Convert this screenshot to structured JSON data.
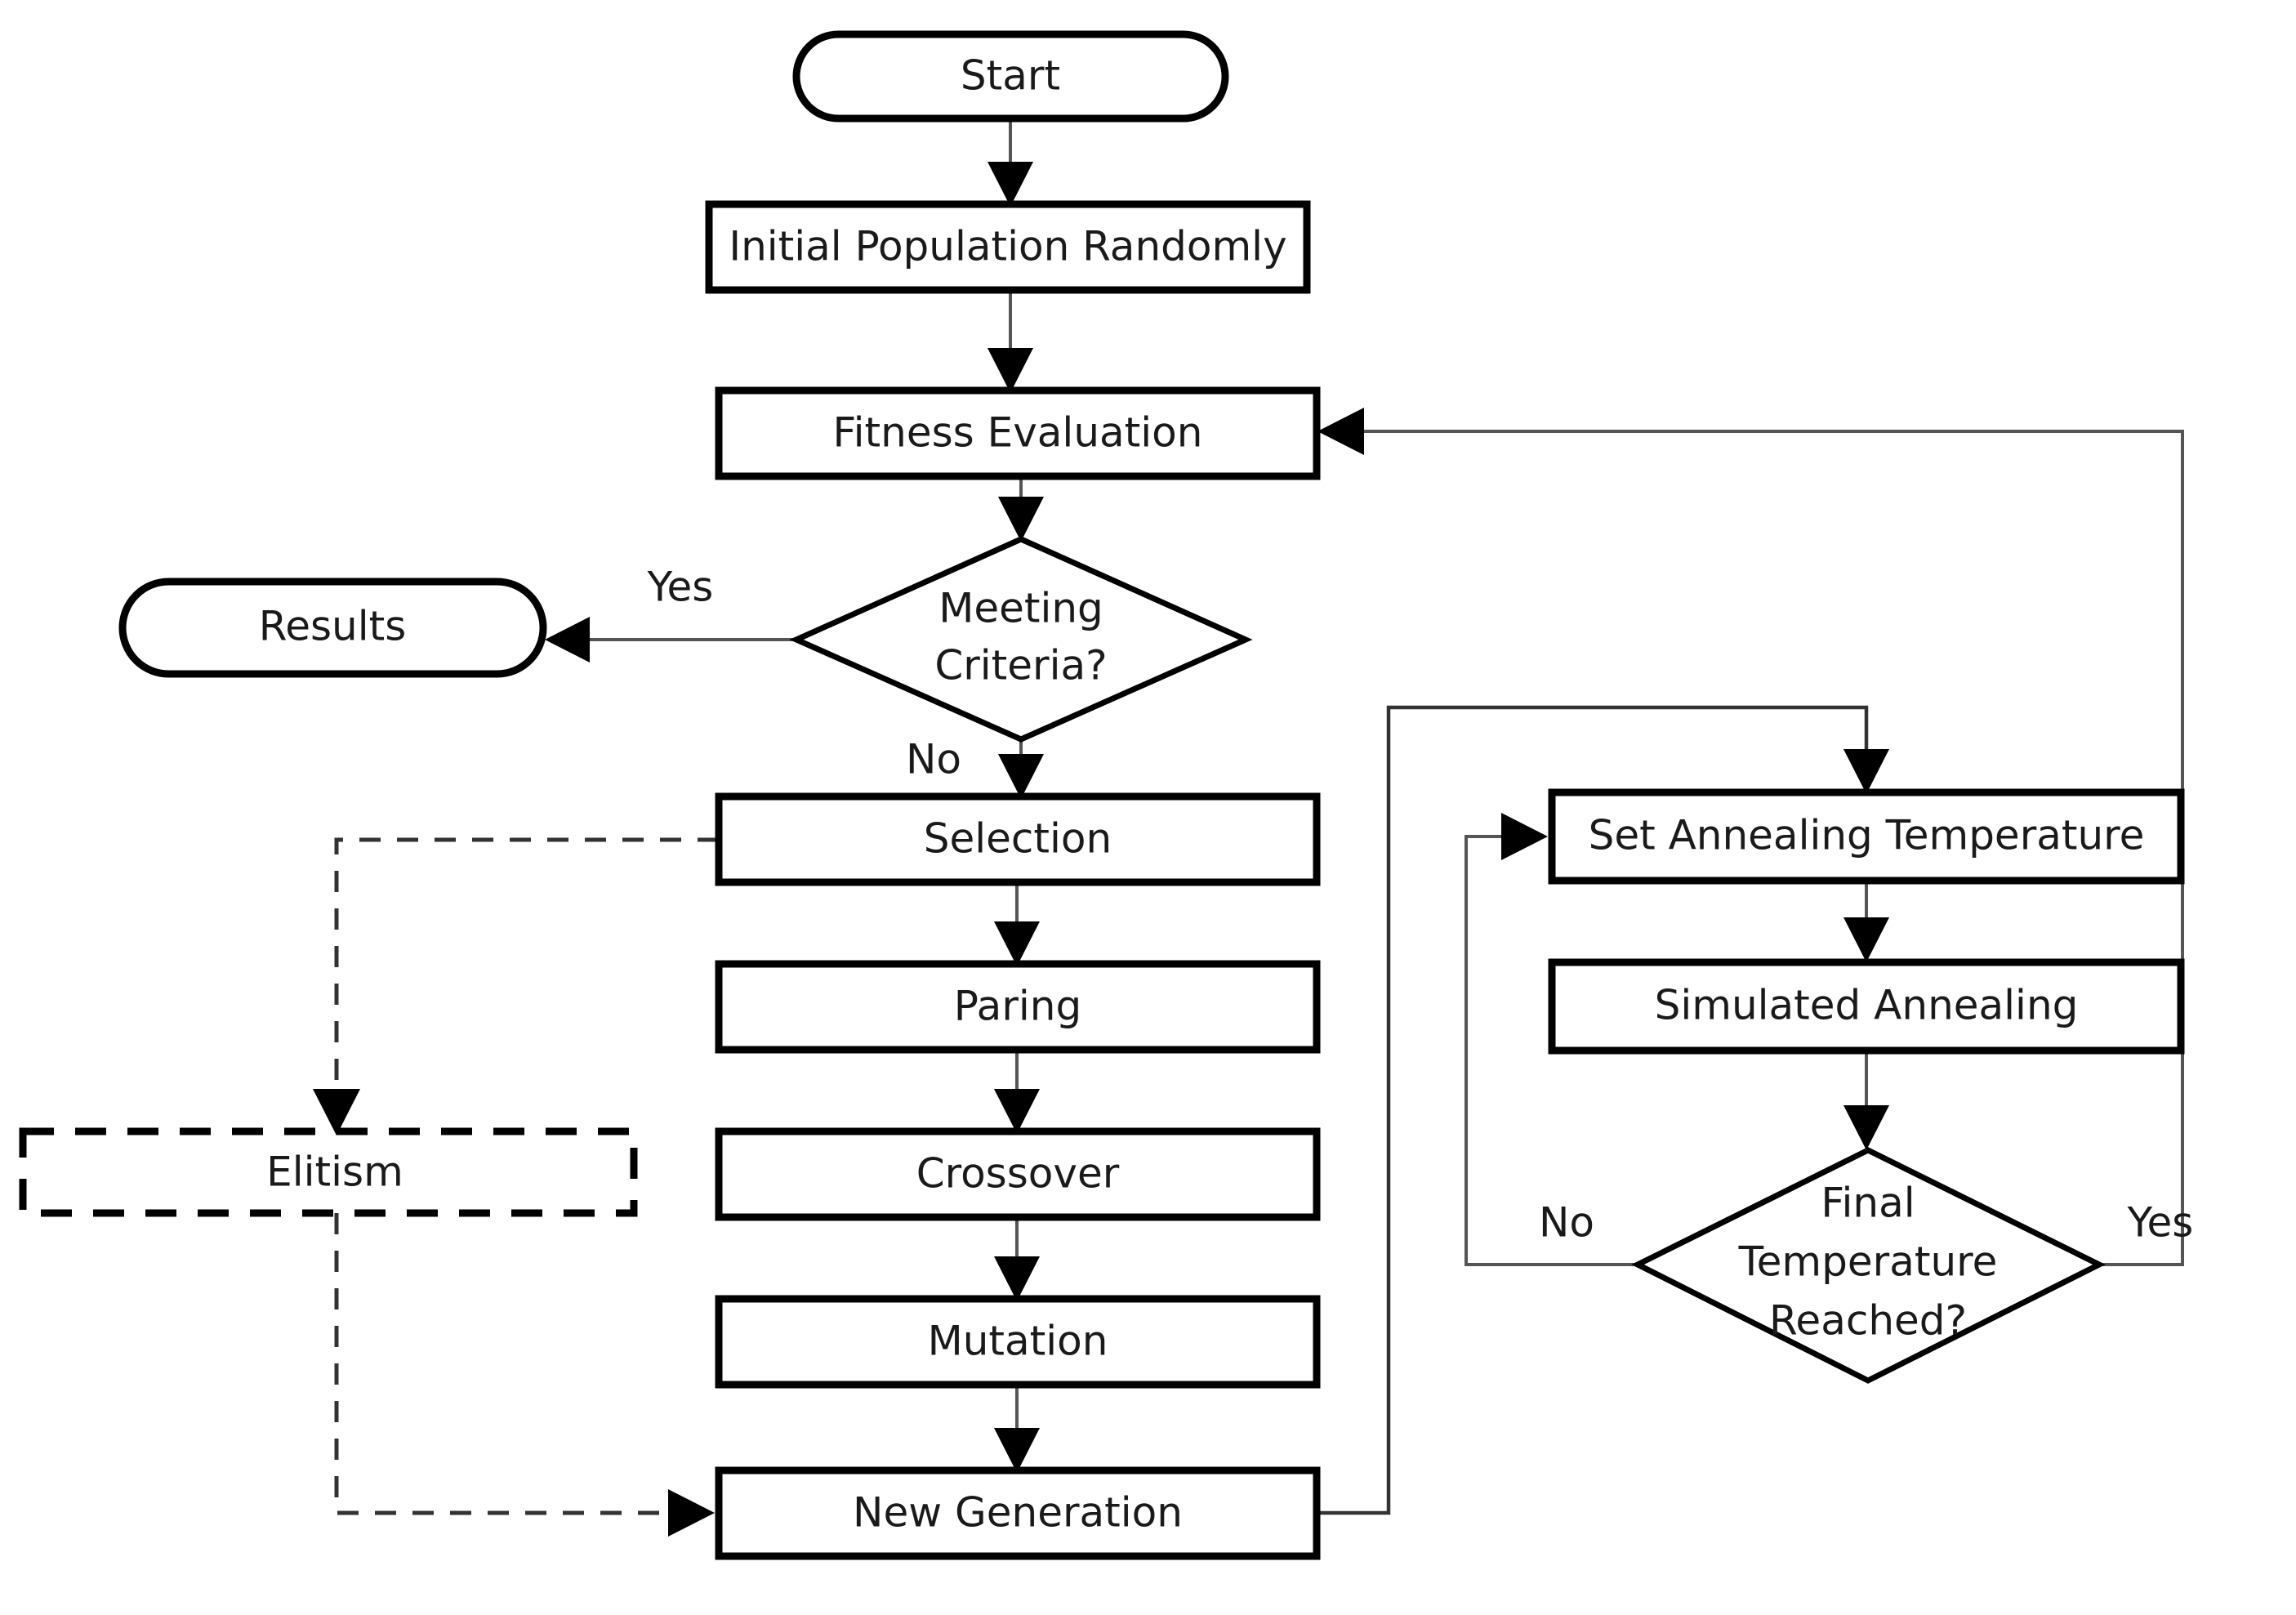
{
  "diagram": {
    "title": "Hybrid Genetic Algorithm with Simulated Annealing Flowchart",
    "type": "flowchart",
    "background_color": "#ffffff",
    "line_color": "#000000",
    "text_color": "#1a1a1a"
  },
  "nodes": {
    "start": {
      "label": "Start",
      "shape": "stadium"
    },
    "initial_population": {
      "label": "Initial Population Randomly",
      "shape": "rectangle"
    },
    "fitness_evaluation": {
      "label": "Fitness Evaluation",
      "shape": "rectangle"
    },
    "meeting_criteria": {
      "label_line1": "Meeting",
      "label_line2": "Criteria?",
      "shape": "diamond"
    },
    "results": {
      "label": "Results",
      "shape": "stadium"
    },
    "selection": {
      "label": "Selection",
      "shape": "rectangle"
    },
    "paring": {
      "label": "Paring",
      "shape": "rectangle"
    },
    "crossover": {
      "label": "Crossover",
      "shape": "rectangle"
    },
    "mutation": {
      "label": "Mutation",
      "shape": "rectangle"
    },
    "new_generation": {
      "label": "New Generation",
      "shape": "rectangle"
    },
    "elitism": {
      "label": "Elitism",
      "shape": "dashed-rectangle"
    },
    "set_annealing_temperature": {
      "label": "Set Annealing Temperature",
      "shape": "rectangle"
    },
    "simulated_annealing": {
      "label": "Simulated Annealing",
      "shape": "rectangle"
    },
    "final_temperature": {
      "label_line1": "Final",
      "label_line2": "Temperature",
      "label_line3": "Reached?",
      "shape": "diamond"
    }
  },
  "edge_labels": {
    "criteria_yes": "Yes",
    "criteria_no": "No",
    "final_temp_no": "No",
    "final_temp_yes": "Yes"
  },
  "edges": [
    {
      "from": "start",
      "to": "initial_population",
      "style": "solid"
    },
    {
      "from": "initial_population",
      "to": "fitness_evaluation",
      "style": "solid"
    },
    {
      "from": "fitness_evaluation",
      "to": "meeting_criteria",
      "style": "solid"
    },
    {
      "from": "meeting_criteria",
      "to": "results",
      "style": "solid",
      "label": "Yes"
    },
    {
      "from": "meeting_criteria",
      "to": "selection",
      "style": "solid",
      "label": "No"
    },
    {
      "from": "selection",
      "to": "paring",
      "style": "solid"
    },
    {
      "from": "paring",
      "to": "crossover",
      "style": "solid"
    },
    {
      "from": "crossover",
      "to": "mutation",
      "style": "solid"
    },
    {
      "from": "mutation",
      "to": "new_generation",
      "style": "solid"
    },
    {
      "from": "selection",
      "to": "elitism",
      "style": "dashed"
    },
    {
      "from": "elitism",
      "to": "new_generation",
      "style": "dashed"
    },
    {
      "from": "new_generation",
      "to": "set_annealing_temperature",
      "style": "solid"
    },
    {
      "from": "set_annealing_temperature",
      "to": "simulated_annealing",
      "style": "solid"
    },
    {
      "from": "simulated_annealing",
      "to": "final_temperature",
      "style": "solid"
    },
    {
      "from": "final_temperature",
      "to": "set_annealing_temperature",
      "style": "solid",
      "label": "No"
    },
    {
      "from": "final_temperature",
      "to": "fitness_evaluation",
      "style": "solid",
      "label": "Yes"
    }
  ]
}
